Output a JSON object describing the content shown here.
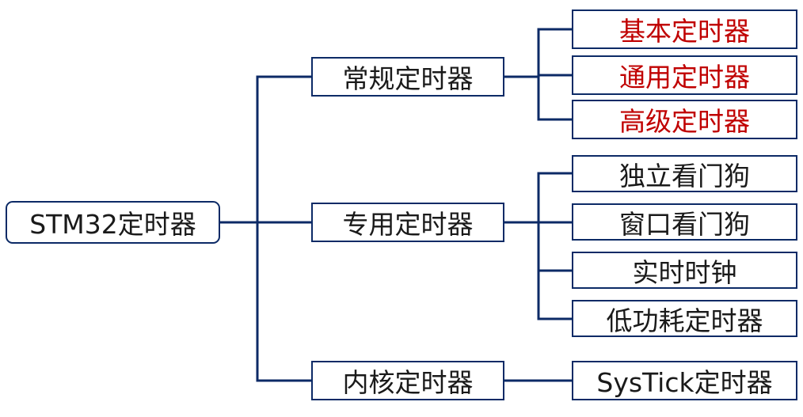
{
  "colors": {
    "line": "#0c2a66",
    "text": "#1a1a1a",
    "highlight_text": "#c00000"
  },
  "root": {
    "label": "STM32定时器"
  },
  "categories": [
    {
      "label": "常规定时器",
      "children": [
        {
          "label": "基本定时器",
          "highlight": true
        },
        {
          "label": "通用定时器",
          "highlight": true
        },
        {
          "label": "高级定时器",
          "highlight": true
        }
      ]
    },
    {
      "label": "专用定时器",
      "children": [
        {
          "label": "独立看门狗",
          "highlight": false
        },
        {
          "label": "窗口看门狗",
          "highlight": false
        },
        {
          "label": "实时时钟",
          "highlight": false
        },
        {
          "label": "低功耗定时器",
          "highlight": false
        }
      ]
    },
    {
      "label": "内核定时器",
      "children": [
        {
          "label": "SysTick定时器",
          "highlight": false
        }
      ]
    }
  ]
}
